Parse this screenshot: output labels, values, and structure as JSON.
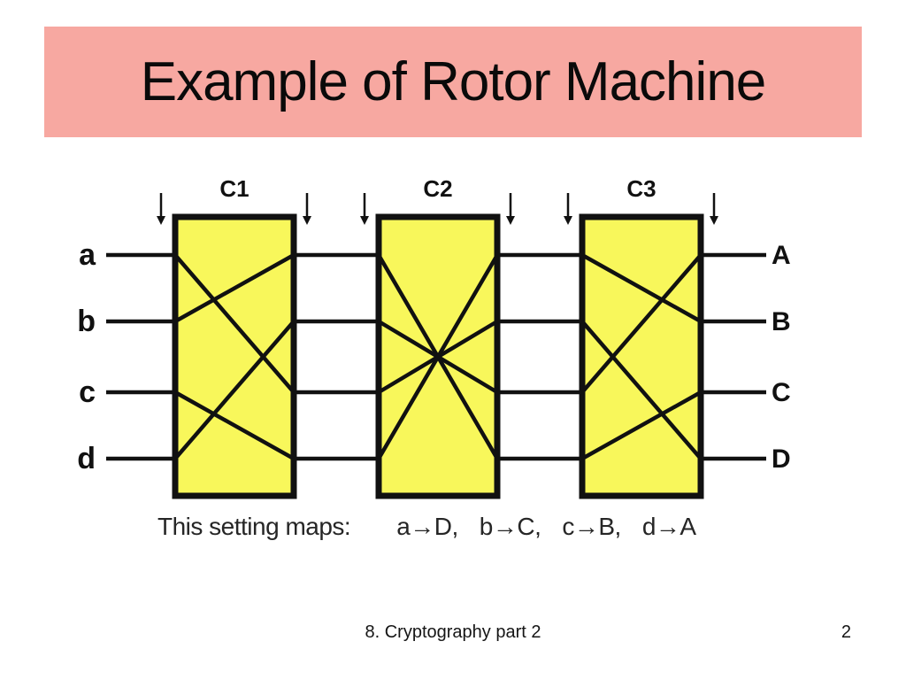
{
  "title": "Example of Rotor Machine",
  "diagram": {
    "rotor_labels": [
      "C1",
      "C2",
      "C3"
    ],
    "input_labels": [
      "a",
      "b",
      "c",
      "d"
    ],
    "output_labels": [
      "A",
      "B",
      "C",
      "D"
    ],
    "rotor_wirings": [
      {
        "label": "C1",
        "mapping": [
          3,
          1,
          4,
          2
        ]
      },
      {
        "label": "C2",
        "mapping": [
          4,
          3,
          2,
          1
        ]
      },
      {
        "label": "C3",
        "mapping": [
          2,
          4,
          1,
          3
        ]
      }
    ],
    "colors": {
      "rotor_fill": "#F8F75B",
      "line": "#111111",
      "title_bar": "#F7A8A1"
    }
  },
  "caption": {
    "prefix": "This setting maps:",
    "items": [
      "a→D,",
      "b→C,",
      "c→B,",
      "d→A"
    ]
  },
  "footer": {
    "left": "8. Cryptography part 2",
    "page": "2"
  }
}
